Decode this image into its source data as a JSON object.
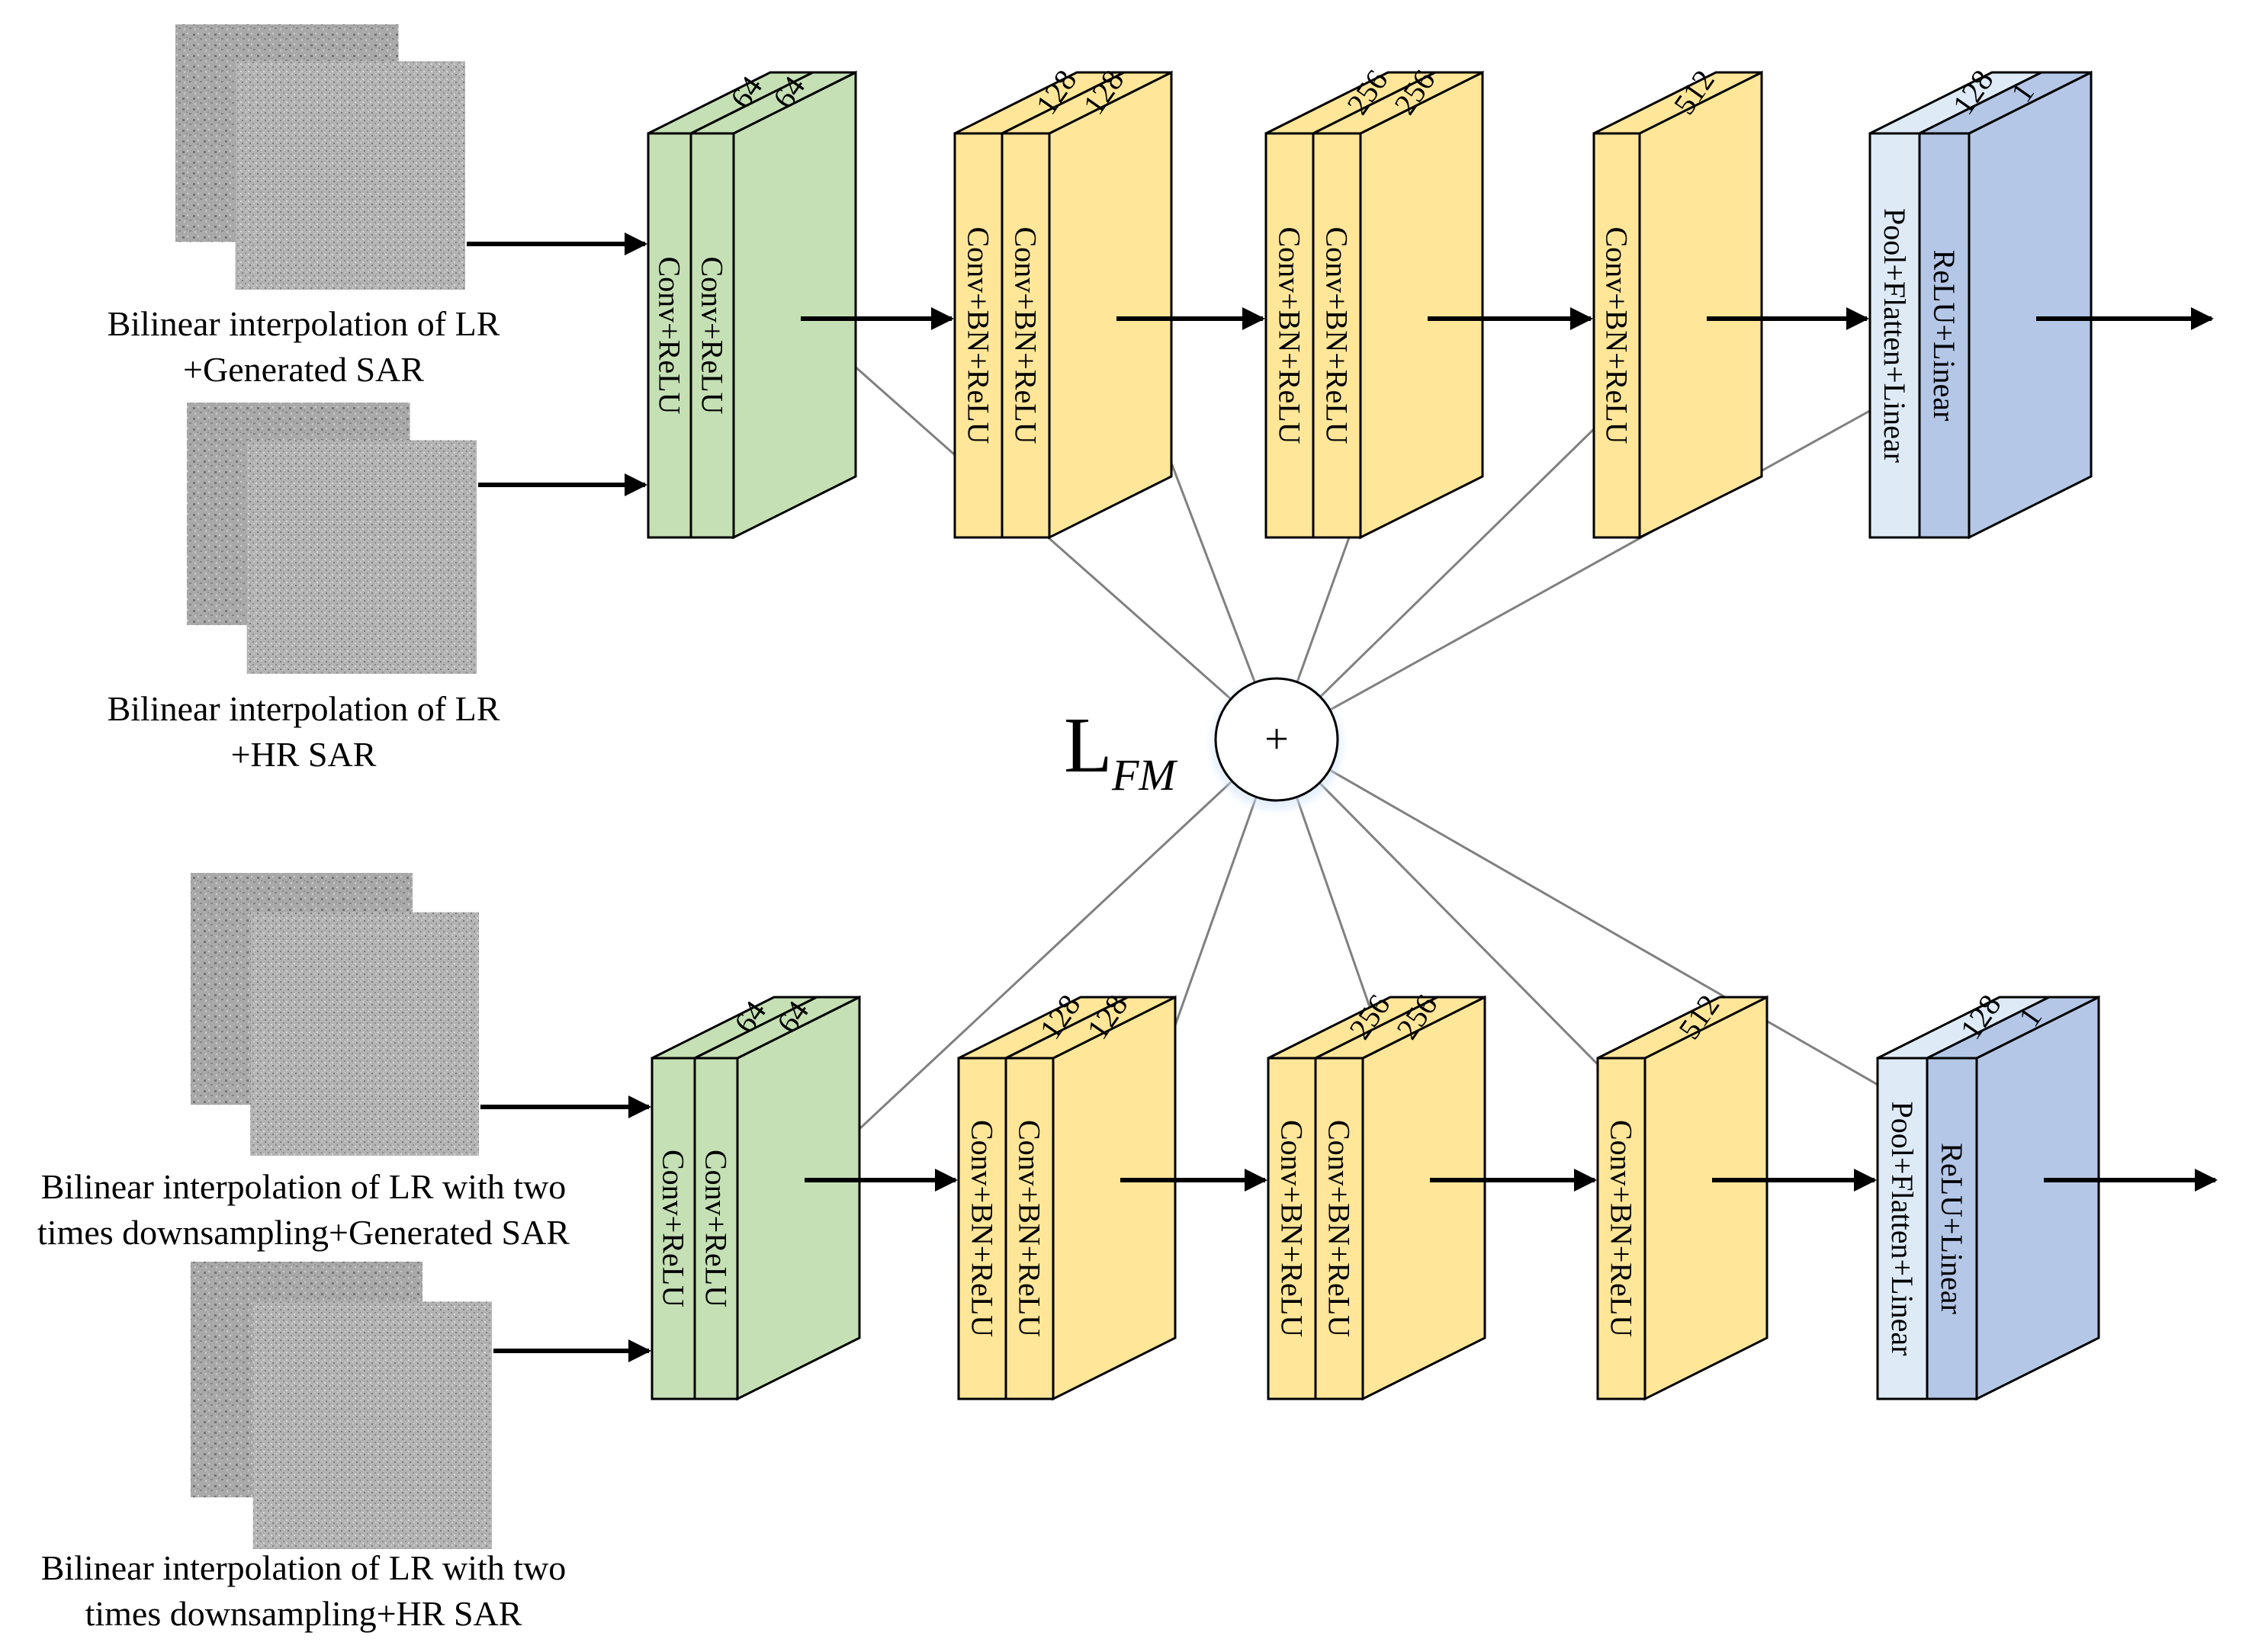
{
  "colors": {
    "green": "#c5e0b4",
    "yellow": "#ffe699",
    "blue_light": "#deebf7",
    "blue": "#b4c7e7",
    "line_gray": "#808080"
  },
  "loss": {
    "symbol": "+",
    "main": "L",
    "sub": "FM"
  },
  "branches": [
    {
      "inputs": [
        {
          "lines": [
            "Bilinear interpolation of LR",
            "+Generated SAR"
          ]
        },
        {
          "lines": [
            "Bilinear interpolation of LR",
            "+HR SAR"
          ]
        }
      ],
      "blocks": [
        {
          "faces": [
            "Conv+ReLU",
            "Conv+ReLU"
          ],
          "channels": [
            "64",
            "64"
          ]
        },
        {
          "faces": [
            "Conv+BN+ReLU",
            "Conv+BN+ReLU"
          ],
          "channels": [
            "128",
            "128"
          ]
        },
        {
          "faces": [
            "Conv+BN+ReLU",
            "Conv+BN+ReLU"
          ],
          "channels": [
            "256",
            "256"
          ]
        },
        {
          "faces": [
            "Conv+BN+ReLU"
          ],
          "channels": [
            "512"
          ]
        },
        {
          "faces": [
            "Pool+Flatten+Linear",
            "ReLU+Linear"
          ],
          "channels": [
            "128",
            "1"
          ]
        }
      ]
    },
    {
      "inputs": [
        {
          "lines": [
            "Bilinear interpolation of LR with two",
            "times downsampling+Generated SAR"
          ]
        },
        {
          "lines": [
            "Bilinear interpolation of LR with two",
            "times downsampling+HR SAR"
          ]
        }
      ],
      "blocks": [
        {
          "faces": [
            "Conv+ReLU",
            "Conv+ReLU"
          ],
          "channels": [
            "64",
            "64"
          ]
        },
        {
          "faces": [
            "Conv+BN+ReLU",
            "Conv+BN+ReLU"
          ],
          "channels": [
            "128",
            "128"
          ]
        },
        {
          "faces": [
            "Conv+BN+ReLU",
            "Conv+BN+ReLU"
          ],
          "channels": [
            "256",
            "256"
          ]
        },
        {
          "faces": [
            "Conv+BN+ReLU"
          ],
          "channels": [
            "512"
          ]
        },
        {
          "faces": [
            "Pool+Flatten+Linear",
            "ReLU+Linear"
          ],
          "channels": [
            "128",
            "1"
          ]
        }
      ]
    }
  ]
}
